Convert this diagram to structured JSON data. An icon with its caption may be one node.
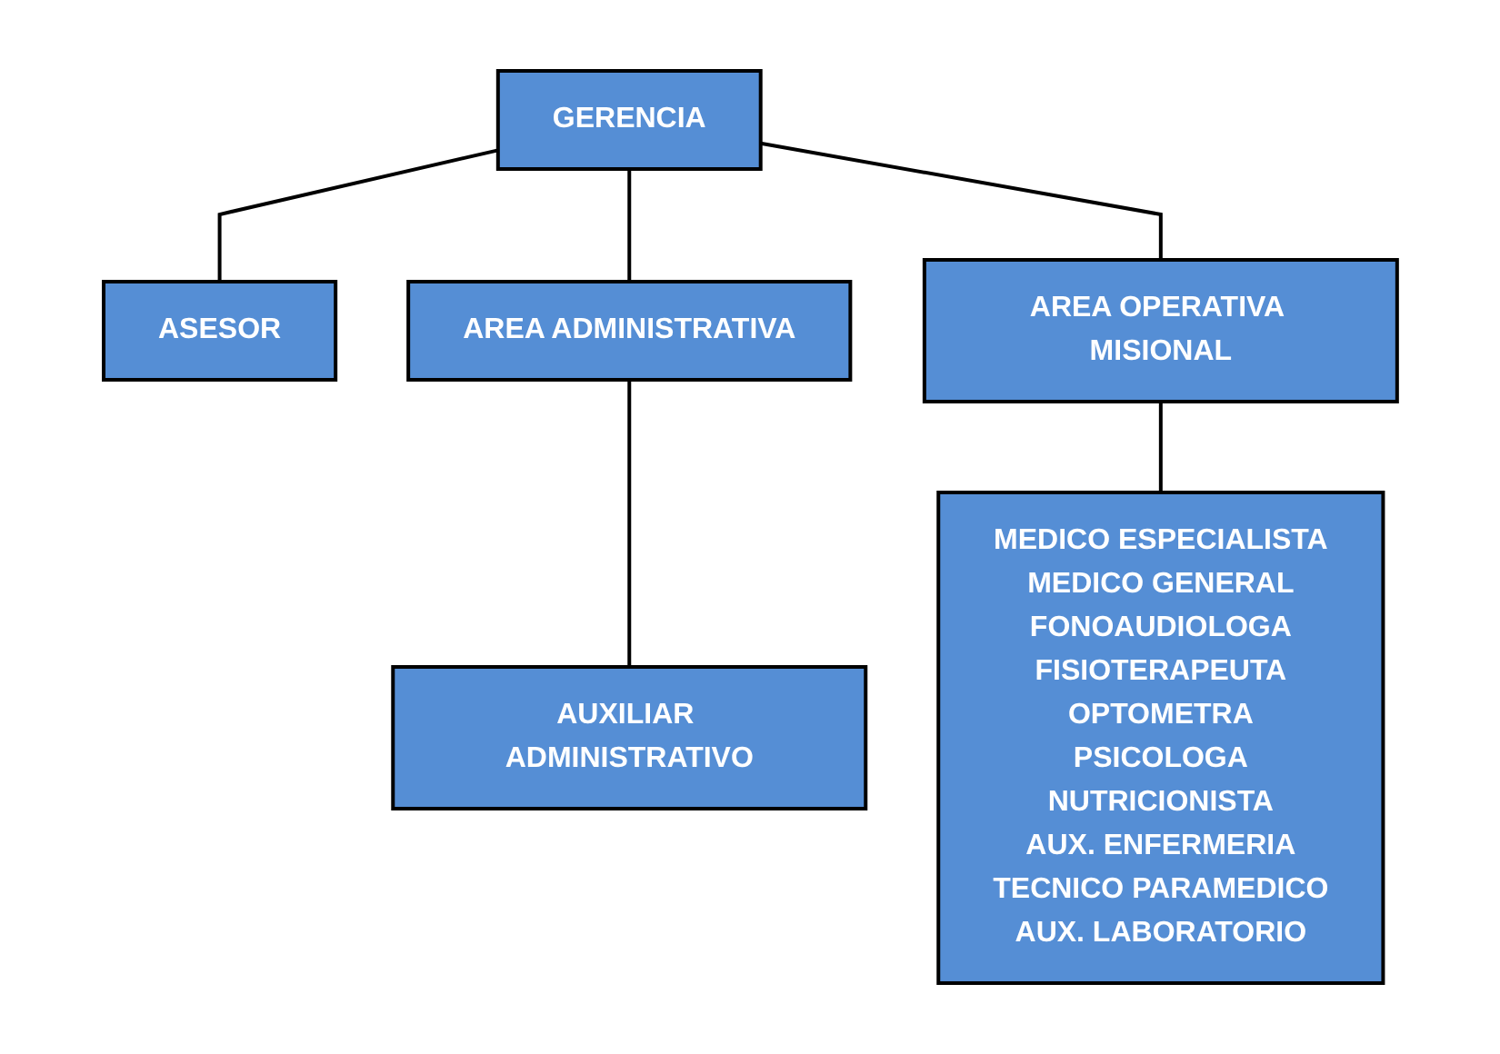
{
  "diagram": {
    "nodes": [
      {
        "text": [
          "GERENCIA"
        ]
      },
      {
        "text": [
          "ASESOR"
        ]
      },
      {
        "text": [
          "AREA ADMINISTRATIVA"
        ]
      },
      {
        "text": [
          "AREA OPERATIVA MISIONAL"
        ]
      },
      {
        "text": [
          "AUXILIAR ADMINISTRATIVO"
        ]
      },
      {
        "text": [
          "MEDICO ESPECIALISTA",
          "MEDICO GENERAL",
          "FONOAUDIOLOGA",
          "FISIOTERAPEUTA",
          "OPTOMETRA",
          "PSICOLOGA",
          "NUTRICIONISTA",
          "AUX. ENFERMERIA",
          "TECNICO PARAMEDICO",
          "AUX. LABORATORIO"
        ]
      }
    ],
    "edges": [
      {
        "from": 0,
        "to": 1,
        "arrow": "none"
      },
      {
        "from": 0,
        "to": 2,
        "arrow": "none"
      },
      {
        "from": 0,
        "to": 3,
        "arrow": "none"
      },
      {
        "from": 2,
        "to": 4,
        "arrow": "none"
      },
      {
        "from": 3,
        "to": 5,
        "arrow": "none"
      }
    ]
  }
}
